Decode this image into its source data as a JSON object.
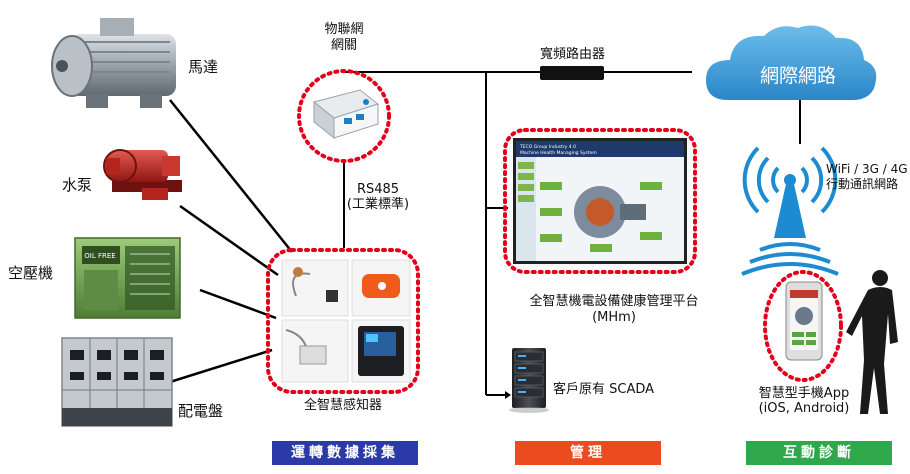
{
  "equipment": {
    "motor": "馬達",
    "pump": "水泵",
    "compressor": "空壓機",
    "switchboard": "配電盤"
  },
  "gateway": {
    "line1": "物聯網",
    "line2": "網關"
  },
  "router": "寬頻路由器",
  "cloud": "網際網路",
  "rs485": {
    "line1": "RS485",
    "line2": "(工業標準)"
  },
  "sensors_label": "全智慧感知器",
  "platform": {
    "label_line1": "全智慧機電設備健康管理平台",
    "label_line2": "(MHm)",
    "screen_title": "TECO Group Industry 4.0",
    "screen_subtitle": "Machine Health Managing System"
  },
  "scada": "客戶原有 SCADA",
  "wireless": {
    "line1": "WiFi / 3G / 4G",
    "line2": "行動通訊網路"
  },
  "app": {
    "line1": "智慧型手機App",
    "line2": "(iOS, Android)"
  },
  "bands": {
    "collection": "運轉數據採集",
    "management": "管理",
    "diagnosis": "互動診斷"
  },
  "colors": {
    "dotted_outline": "#e3001b",
    "band_collection": "#2b3aa6",
    "band_management": "#ec4b1f",
    "band_diagnosis": "#2fa84c",
    "cloud": "#3d9bd6",
    "signal": "#1c8bd1"
  },
  "icons": [
    "motor-icon",
    "pump-icon",
    "compressor-icon",
    "switchboard-icon",
    "gateway-icon",
    "router-icon",
    "cloud-icon",
    "signal-tower-icon",
    "smartphone-icon",
    "person-icon",
    "server-icon",
    "monitor-icon",
    "sensor-icon"
  ]
}
